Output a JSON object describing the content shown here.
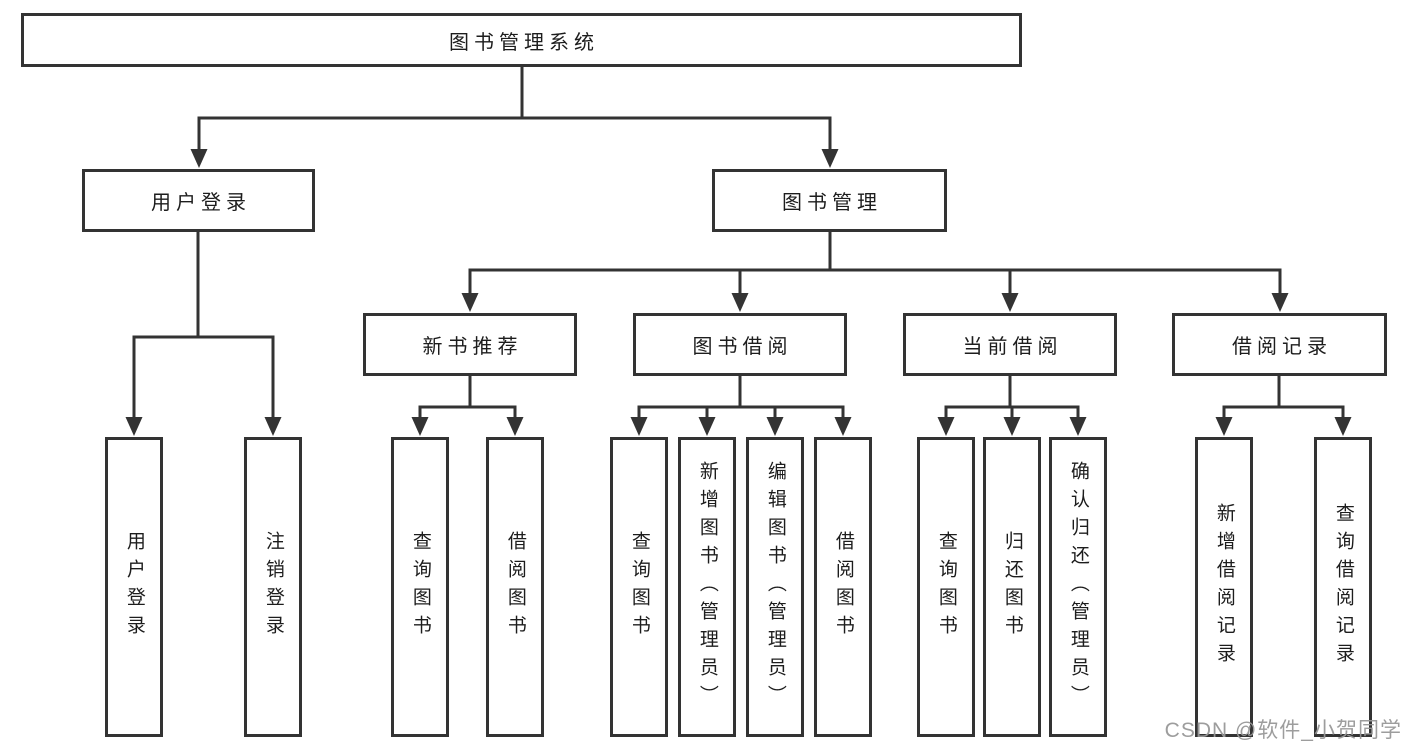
{
  "tree": {
    "root": "图书管理系统",
    "branches": [
      {
        "label": "用户登录",
        "children": [
          {
            "label": "用户登录"
          },
          {
            "label": "注销登录"
          }
        ]
      },
      {
        "label": "图书管理",
        "sections": [
          {
            "label": "新书推荐",
            "children": [
              {
                "label": "查询图书"
              },
              {
                "label": "借阅图书"
              }
            ]
          },
          {
            "label": "图书借阅",
            "children": [
              {
                "label": "查询图书"
              },
              {
                "label": "新增图书（管理员）"
              },
              {
                "label": "编辑图书（管理员）"
              },
              {
                "label": "借阅图书"
              }
            ]
          },
          {
            "label": "当前借阅",
            "children": [
              {
                "label": "查询图书"
              },
              {
                "label": "归还图书"
              },
              {
                "label": "确认归还（管理员）"
              }
            ]
          },
          {
            "label": "借阅记录",
            "children": [
              {
                "label": "新增借阅记录"
              },
              {
                "label": "查询借阅记录"
              }
            ]
          }
        ]
      }
    ]
  },
  "watermark": {
    "text": "CSDN @软件_小贺同学",
    "color": "#989898"
  },
  "colors": {
    "line": "#333333",
    "background": "#ffffff",
    "text": "#1d1d1d"
  }
}
